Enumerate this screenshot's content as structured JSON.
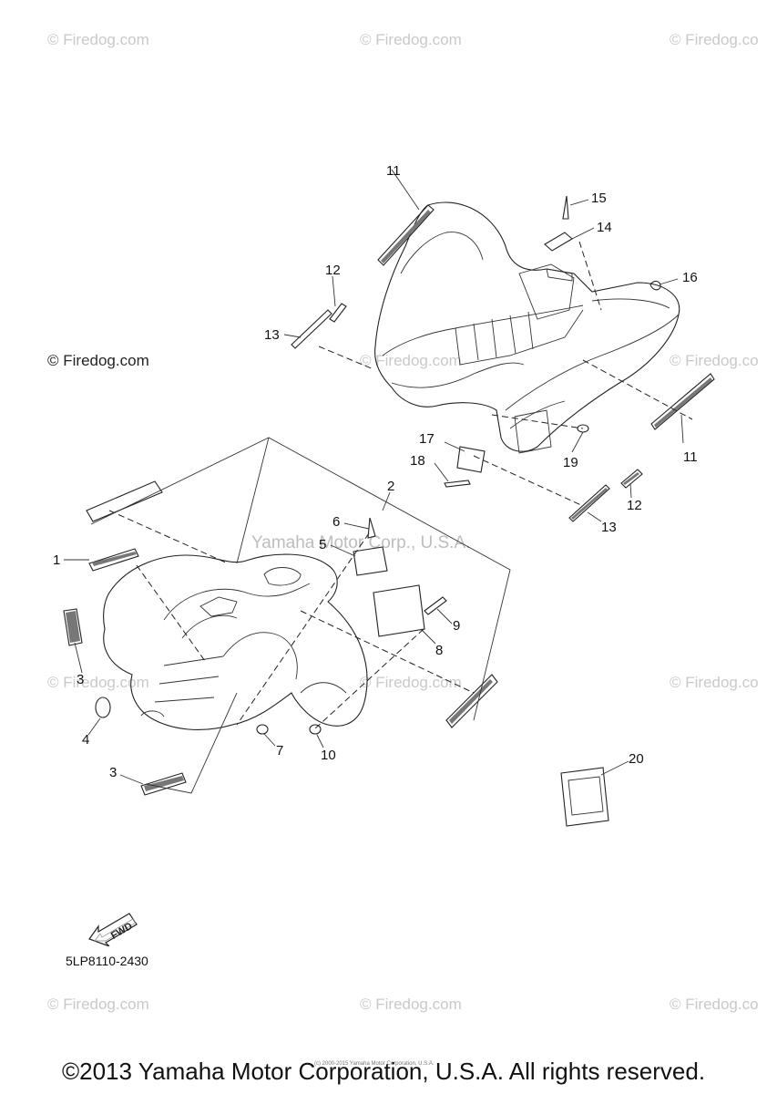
{
  "watermarks": {
    "top_left": "© Firedog.com",
    "top_center": "© Firedog.com",
    "top_right": "© Firedog.co",
    "mid_left": "© Firedog.com",
    "mid_center_left": "© Firedog.com",
    "mid_center": "© Firedog.com",
    "mid_right": "© Firedog.co",
    "left_dark": "© Firedog.com",
    "right_upper": "© Firedog.co",
    "center_brand": "Yamaha Motor Corp., U.S.A.",
    "bottom_left": "© Firedog.com",
    "bottom_center": "© Firedog.com",
    "bottom_right": "© Firedog.co"
  },
  "callouts": {
    "c1": "1",
    "c2": "2",
    "c3a": "3",
    "c3b": "3",
    "c4": "4",
    "c5": "5",
    "c6": "6",
    "c7": "7",
    "c8": "8",
    "c9": "9",
    "c10": "10",
    "c11a": "11",
    "c11b": "11",
    "c12a": "12",
    "c12b": "12",
    "c13a": "13",
    "c13b": "13",
    "c14": "14",
    "c15": "15",
    "c16": "16",
    "c17": "17",
    "c18": "18",
    "c19": "19",
    "c20": "20"
  },
  "fwd_label": "FWD",
  "part_code": "5LP8110-2430",
  "copyright": "©2013 Yamaha Motor Corporation, U.S.A. All rights reserved.",
  "tiny_note": "(c) 2000-2015 Yamaha Motor Corporation, U.S.A."
}
